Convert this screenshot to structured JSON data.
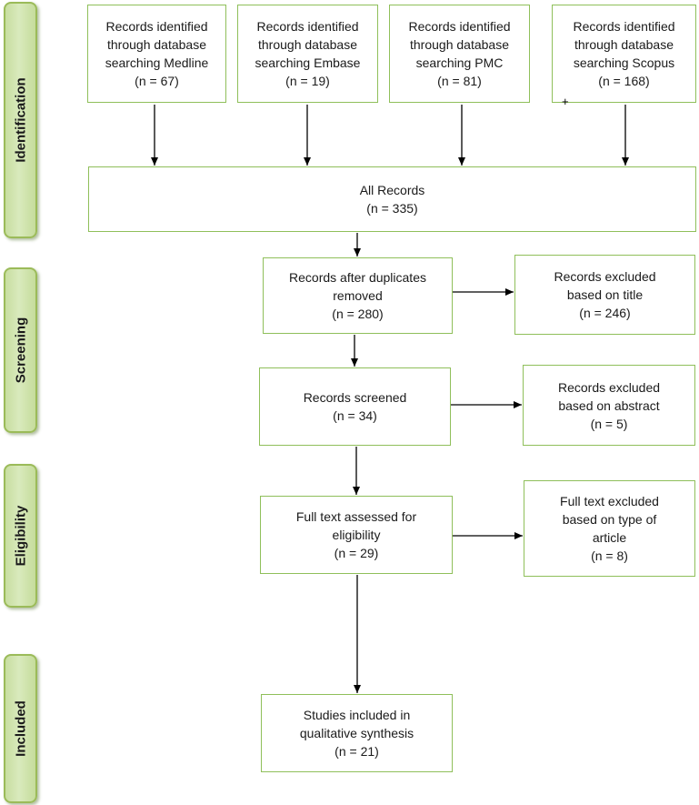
{
  "phases": {
    "identification": "Identification",
    "screening": "Screening",
    "eligibility": "Eligibility",
    "included": "Included"
  },
  "boxes": {
    "medline": {
      "line1": "Records identified",
      "line2": "through database",
      "line3": "searching Medline",
      "line4": "(n = 67)"
    },
    "embase": {
      "line1": "Records identified",
      "line2": "through database",
      "line3": "searching Embase",
      "line4": "(n = 19)"
    },
    "pmc": {
      "line1": "Records identified",
      "line2": "through database",
      "line3": "searching PMC",
      "line4": "(n = 81)"
    },
    "scopus": {
      "line1": "Records identified",
      "line2": "through database",
      "line3": "searching Scopus",
      "line4": "(n = 168)"
    },
    "all_records": {
      "line1": "All Records",
      "line2": "(n = 335)"
    },
    "after_duplicates": {
      "line1": "Records after duplicates",
      "line2": "removed",
      "line3": "(n = 280)"
    },
    "excluded_title": {
      "line1": "Records excluded",
      "line2": "based on title",
      "line3": "(n = 246)"
    },
    "screened": {
      "line1": "Records screened",
      "line2": "(n = 34)"
    },
    "excluded_abstract": {
      "line1": "Records excluded",
      "line2": "based on abstract",
      "line3": "(n = 5)"
    },
    "full_text": {
      "line1": "Full text assessed for",
      "line2": "eligibility",
      "line3": "(n = 29)"
    },
    "excluded_type": {
      "line1": "Full text excluded",
      "line2": "based on type of",
      "line3": "article",
      "line4": "(n = 8)"
    },
    "included": {
      "line1": "Studies included in",
      "line2": "qualitative synthesis",
      "line3": "(n = 21)"
    }
  },
  "stray_mark": "+",
  "colors": {
    "phase_fill": "#c8dea0",
    "phase_border": "#9bbb59",
    "box_border": "#8fbf5a",
    "arrow": "#000000"
  }
}
